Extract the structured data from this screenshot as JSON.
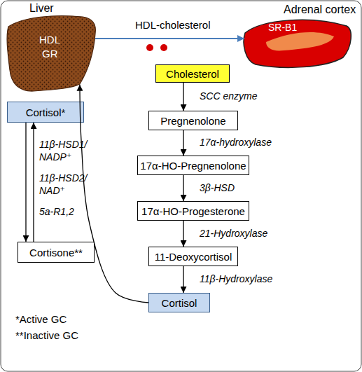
{
  "diagram": {
    "nodes": [
      {
        "text": [
          "Liver",
          "HDL",
          "GR"
        ]
      },
      {
        "text": [
          "Adrenal cortex",
          "SR-B1"
        ]
      },
      {
        "text": [
          "Cortisol*"
        ]
      },
      {
        "text": [
          "Cholesterol"
        ]
      },
      {
        "text": [
          "Pregnenolone"
        ]
      },
      {
        "text": [
          "17α-HO-Pregnenolone"
        ]
      },
      {
        "text": [
          "17α-HO-Progesterone"
        ]
      },
      {
        "text": [
          "11-Deoxycortisol"
        ]
      },
      {
        "text": [
          "Cortisone**"
        ]
      },
      {
        "text": [
          "Cortisol"
        ]
      }
    ],
    "edges": [
      {
        "from": 0,
        "to": 1,
        "label": "HDL-cholesterol",
        "arrow": "to"
      },
      {
        "from": 3,
        "to": 4,
        "label": "SCC enzyme",
        "arrow": "to"
      },
      {
        "from": 4,
        "to": 5,
        "label": "17α-hydroxylase",
        "arrow": "to"
      },
      {
        "from": 5,
        "to": 6,
        "label": "3β-HSD",
        "arrow": "to"
      },
      {
        "from": 6,
        "to": 7,
        "label": "21-Hydroxylase",
        "arrow": "to"
      },
      {
        "from": 7,
        "to": 9,
        "label": "11β-Hydroxylase",
        "arrow": "to"
      },
      {
        "from": 9,
        "to": 0,
        "arrow": "to"
      },
      {
        "from": 8,
        "to": 2,
        "label": "11β-HSD1/ NADP⁺",
        "arrow": "to"
      },
      {
        "from": 2,
        "to": 8,
        "label": "11β-HSD2/ NAD⁺",
        "arrow": "to"
      }
    ],
    "labels": [
      "5a-R1,2",
      "*Active GC",
      "**Inactive GC"
    ]
  }
}
